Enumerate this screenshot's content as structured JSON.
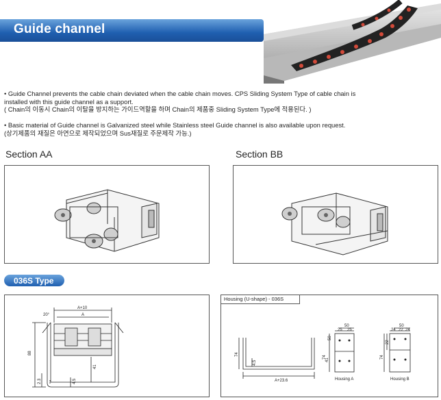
{
  "header": {
    "title": "Guide channel"
  },
  "bullets": [
    {
      "lines": [
        "• Guide Channel prevents the cable chain deviated when the cable chain moves. CPS Sliding System Type of cable chain is",
        "   installed with this guide channel as a support.",
        "   ( Chain의 이동시 Chain의 이탈을 방지하는 가이드역할을 하며 Chain의 제품중 Sliding System Type에 적용된다. )"
      ]
    },
    {
      "lines": [
        "• Basic material of Guide channel is Galvanized steel while Stainless steel Guide channel is also available upon request.",
        "   (상기제품의 재질은 아연으로 제작되었으며 Sus재질로 주문제작 가능.)"
      ]
    }
  ],
  "sections": {
    "aa": "Section AA",
    "bb": "Section BB"
  },
  "type_label": "036S Type",
  "drawing_left": {
    "dims": {
      "a10": "A+10",
      "a": "A",
      "r20": "20°",
      "h88": "88",
      "h41": "41",
      "h4_5": "4.5",
      "h2_3": "2.3"
    }
  },
  "drawing_right": {
    "title": "Housing (U-shape) - 036S",
    "dims": {
      "a236": "A+23.6",
      "h74": "74",
      "h45": "4.5",
      "d50": "50",
      "d25a": "25",
      "d25b": "25",
      "d41": "41",
      "d24a": "24",
      "d22": "22",
      "d24b": "24",
      "d22v": "22",
      "d50b": "50",
      "d74b": "74",
      "d74c": "74"
    },
    "housing_a": "Housing A",
    "housing_b": "Housing B"
  }
}
